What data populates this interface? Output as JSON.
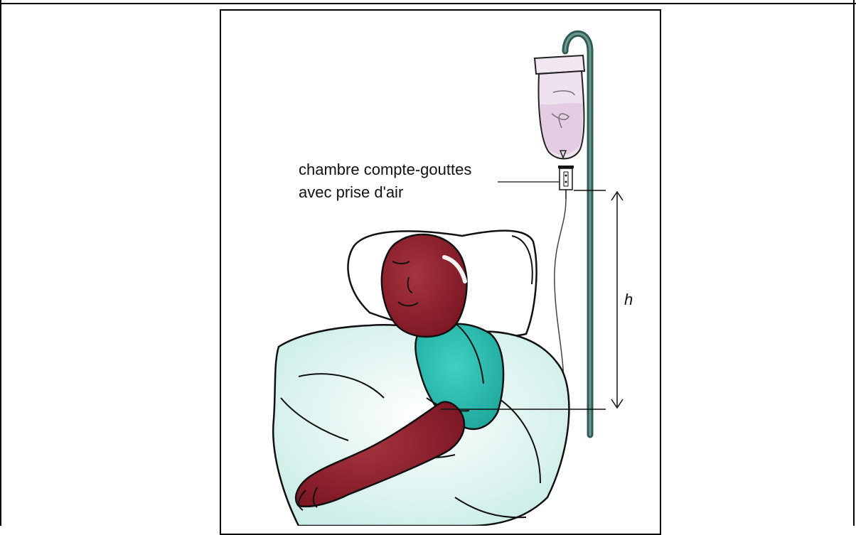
{
  "caption": "",
  "labels": {
    "chamber_line1": "chambre compte-gouttes",
    "chamber_line2": "avec prise d'air",
    "height": "h"
  },
  "colors": {
    "skin": "#8b1e2c",
    "gown": "#2bbfb3",
    "blanket": "#d8f2ee",
    "bag_fluid": "#e9d7ea",
    "pole": "#2f5d55"
  }
}
